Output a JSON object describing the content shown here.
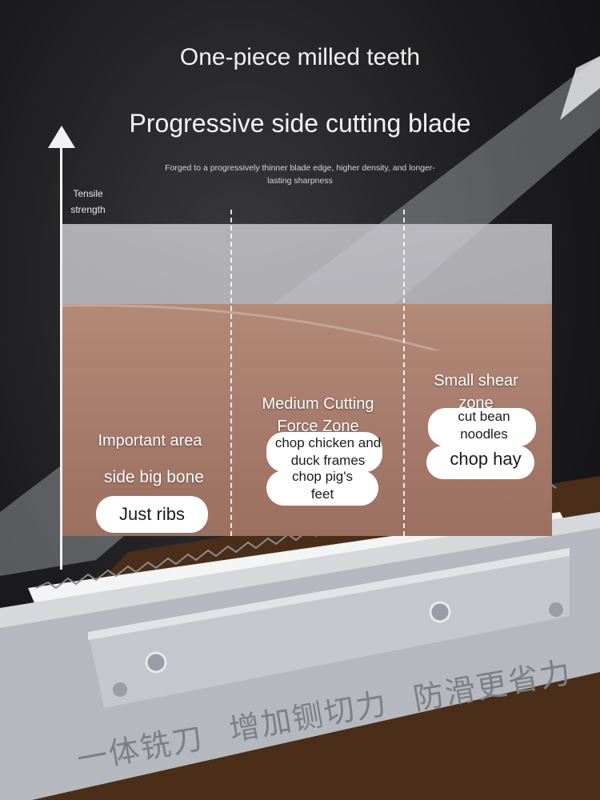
{
  "heading": {
    "title": "One-piece milled teeth",
    "subtitle": "Progressive side cutting blade",
    "description": "Forged to a progressively thinner blade edge, higher density, and longer-lasting sharpness"
  },
  "axis": {
    "label_line1": "Tensile",
    "label_line2": "strength"
  },
  "zones": [
    {
      "title": "Important area",
      "items": [
        "side big bone",
        "Just ribs"
      ]
    },
    {
      "title_line1": "Medium Cutting",
      "title_line2": "Force Zone",
      "items": [
        "chop chicken and",
        "duck frames",
        "chop pig's",
        "feet"
      ]
    },
    {
      "title_line1": "Small shear",
      "title_line2": "zone",
      "items": [
        "cut bean",
        "noodles",
        "chop hay"
      ]
    }
  ],
  "machine_text": {
    "left": "一体铣刀",
    "middle": "增加铡切力",
    "right": "防滑更省力"
  },
  "colors": {
    "background": "#1c1c1e",
    "gray_band": "#c8c8cd",
    "brown_band": "#a5796a",
    "text_light": "#f2f2f2"
  }
}
